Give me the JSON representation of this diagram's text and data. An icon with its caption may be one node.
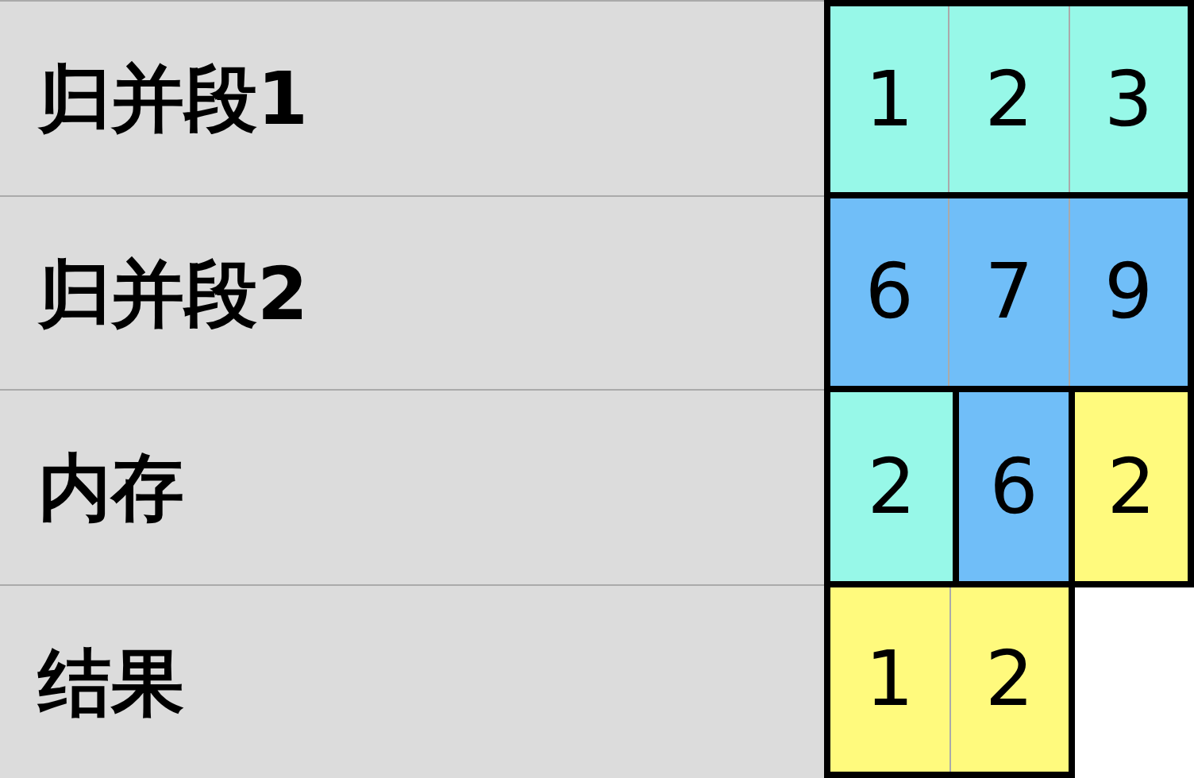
{
  "diagram": {
    "nodes": [
      {
        "text": [
          "归并段1"
        ]
      },
      {
        "text": [],
        "shape": "box"
      },
      {
        "text": [
          "1"
        ],
        "in": 1
      },
      {
        "text": [
          "2"
        ],
        "in": 1
      },
      {
        "text": [
          "3"
        ],
        "in": 1
      },
      {
        "text": [
          "归并段2"
        ]
      },
      {
        "text": [],
        "shape": "box"
      },
      {
        "text": [
          "6"
        ],
        "in": 6
      },
      {
        "text": [
          "7"
        ],
        "in": 6
      },
      {
        "text": [
          "9"
        ],
        "in": 6
      },
      {
        "text": [
          "内存"
        ]
      },
      {
        "text": [
          "2"
        ]
      },
      {
        "text": [
          "6"
        ]
      },
      {
        "text": [
          "2"
        ]
      },
      {
        "text": [
          "结果"
        ]
      },
      {
        "text": [],
        "shape": "box"
      },
      {
        "text": [
          "1"
        ],
        "in": 15
      },
      {
        "text": [
          "2"
        ],
        "in": 15
      }
    ]
  }
}
